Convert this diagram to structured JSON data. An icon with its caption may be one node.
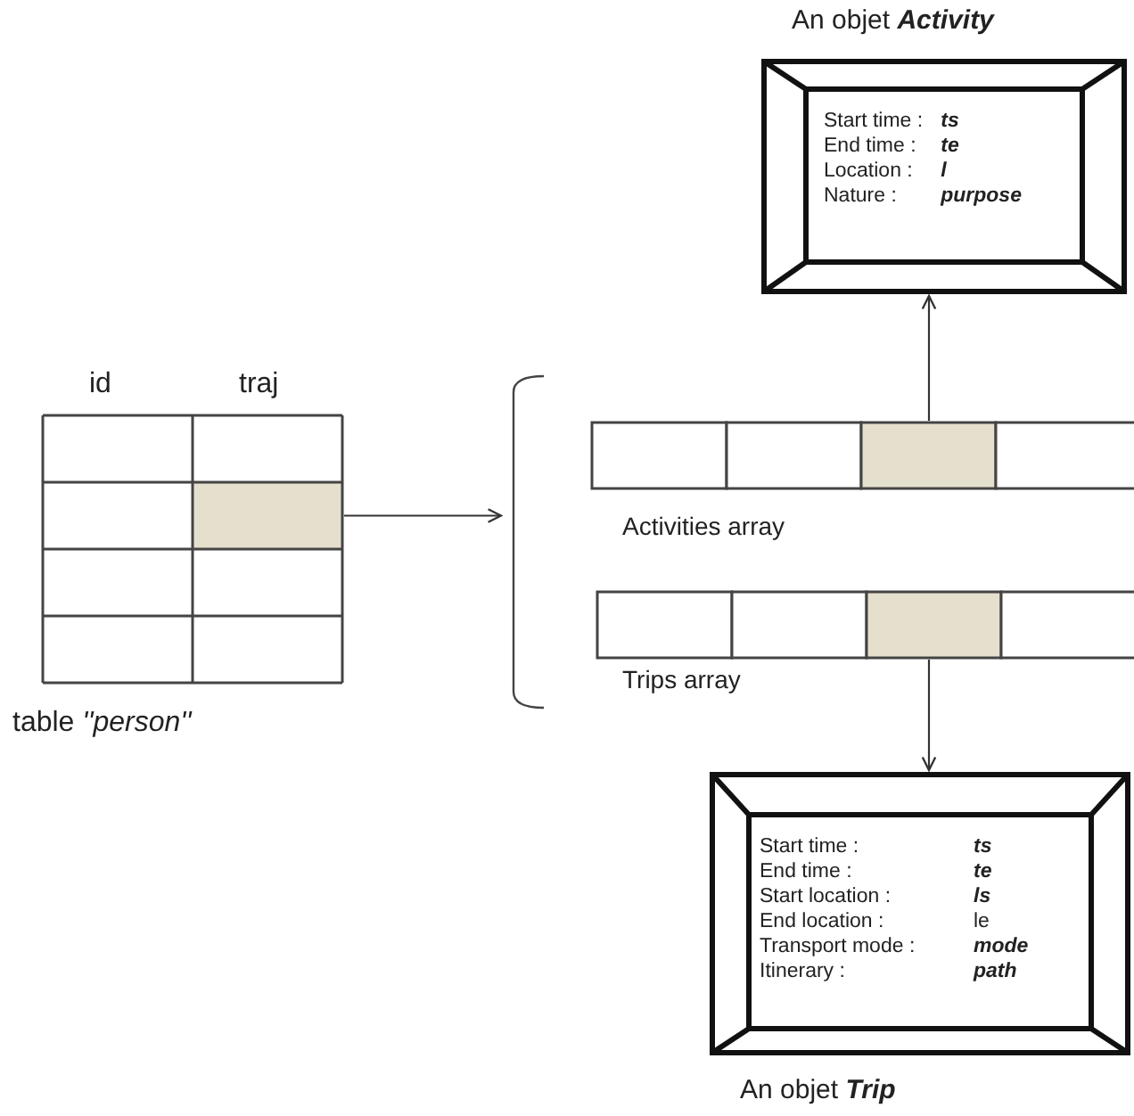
{
  "diagram": {
    "nodes": [
      {
        "text": [
          "id",
          "traj"
        ],
        "beside": [
          "table *''person''*"
        ]
      },
      {
        "text": [],
        "shape": "bracket"
      },
      {
        "text": [],
        "shape": "bar",
        "beside": [
          "Activities array"
        ]
      },
      {
        "text": [],
        "shape": "bar",
        "beside": [
          "Trips array"
        ]
      },
      {
        "text": [
          "An objet **Activity**",
          "Start time :",
          "*ts*",
          "End time :",
          "*te*",
          "Location :",
          "*l*",
          "Nature :",
          "*purpose*"
        ]
      },
      {
        "text": [
          "Start time :",
          "*ts*",
          "End time :",
          "*te*",
          "Start location :",
          "*ls*",
          "End location  :",
          "le",
          "Transport mode :",
          "*mode*",
          "Itinerary :",
          "*path*",
          "An objet **Trip**"
        ]
      }
    ],
    "edges": [
      {
        "from": 0,
        "to": 1,
        "arrow": "to"
      },
      {
        "from": 2,
        "to": 4,
        "arrow": "to"
      },
      {
        "from": 3,
        "to": 5,
        "arrow": "to"
      }
    ]
  }
}
